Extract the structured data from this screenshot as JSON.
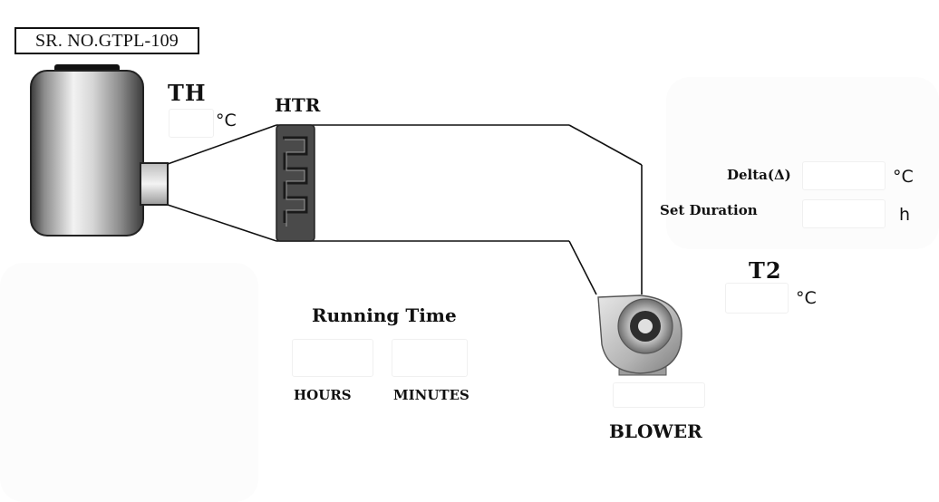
{
  "serial_no": "SR. NO.GTPL-109",
  "labels": {
    "th": "TH",
    "htr": "HTR",
    "t2": "T2",
    "blower": "BLOWER",
    "delta": "Delta(Δ)",
    "set_duration": "Set Duration",
    "running_time": "Running Time",
    "hours": "HOURS",
    "minutes": "MINUTES"
  },
  "units": {
    "th_unit": "°C",
    "delta_unit": "°C",
    "duration_unit": "h",
    "t2_unit": "°C"
  },
  "icons": {
    "tank": "tank-icon",
    "heater": "heater-icon",
    "blower": "blower-fan-icon"
  }
}
